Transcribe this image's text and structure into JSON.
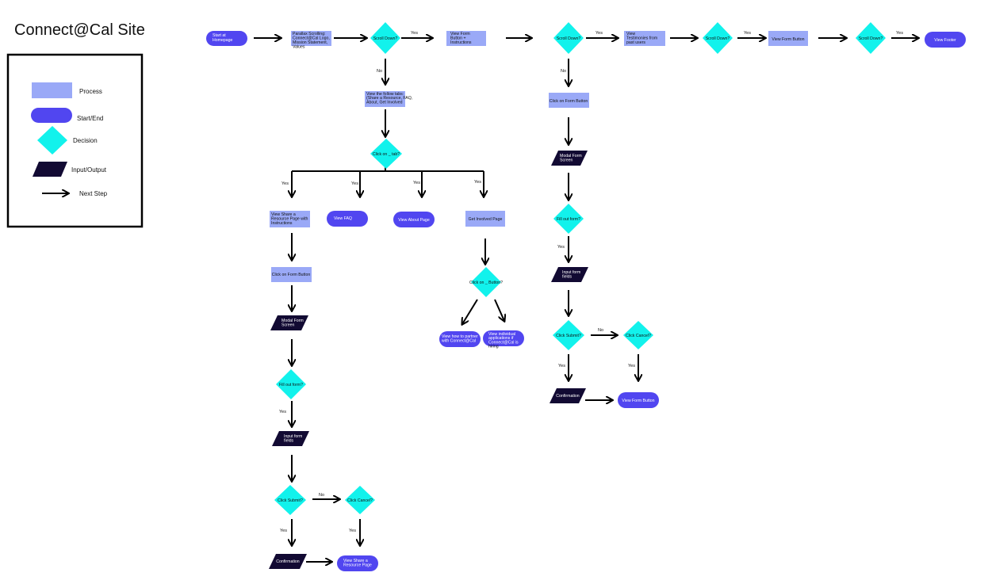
{
  "title": "Connect@Cal Site",
  "colors": {
    "process": "#9aa9f7",
    "start_end": "#5146f0",
    "decision": "#12f2ec",
    "io": "#120a33",
    "stroke": "#000000"
  },
  "legend": {
    "process": "Process",
    "start_end": "Start/End",
    "decision": "Decision",
    "io": "Input/Output",
    "next_step": "Next Step"
  },
  "nodes": {
    "start": "Start at Homepage",
    "parallax": [
      "Parallax Scrolling:",
      "Connect@Cal Logo,",
      "Mission Statement,",
      "Values"
    ],
    "scroll1": "Scroll Down?",
    "form_instr": [
      "View Form",
      "Button +",
      "Instructions"
    ],
    "scroll2": "Scroll Down?",
    "testimonies": [
      "View",
      "Testimonies from",
      "past users"
    ],
    "scroll3": "Scroll Down?",
    "form_button_top": "View Form Button",
    "scroll4": "Scroll Down?",
    "footer": "View Footer",
    "tabs": [
      "View the follow tabs:",
      "(Share a Resource, FAQ,",
      "About, Get Involved"
    ],
    "click_tab": "Click on _ tab?",
    "share_page": [
      "View Share a",
      "Resource Page with",
      "Instructions"
    ],
    "faq": "View FAQ",
    "about": "View About Page",
    "involved": "Get Involved Page",
    "click_form_l": "Click on Form Button",
    "modal_l": [
      "Modal Form",
      "Screen"
    ],
    "fill_l": "Fill out form?",
    "input_l": [
      "Input form",
      "fields"
    ],
    "submit_l": "Click Submit?",
    "cancel_l": "Click Cancel?",
    "confirm_l": "Confirmation",
    "share_end": [
      "View Share a",
      "Resource Page"
    ],
    "click_button": "Click on _ Button?",
    "partner": [
      "View how to partner",
      "with Connect@Cal"
    ],
    "individual": [
      "View individual",
      "applications if",
      "Connect@Cal is",
      "hiring"
    ],
    "click_form_r": "Click on Form Button",
    "modal_r": [
      "Modal Form",
      "Screen"
    ],
    "fill_r": "Fill out form?",
    "input_r": [
      "Input form",
      "fields"
    ],
    "submit_r": "Click Submit?",
    "cancel_r": "Click Cancel?",
    "confirm_r": "Confirmation",
    "form_button_end": "View Form Button"
  },
  "edge_labels": {
    "yes": "Yes",
    "no": "No"
  }
}
